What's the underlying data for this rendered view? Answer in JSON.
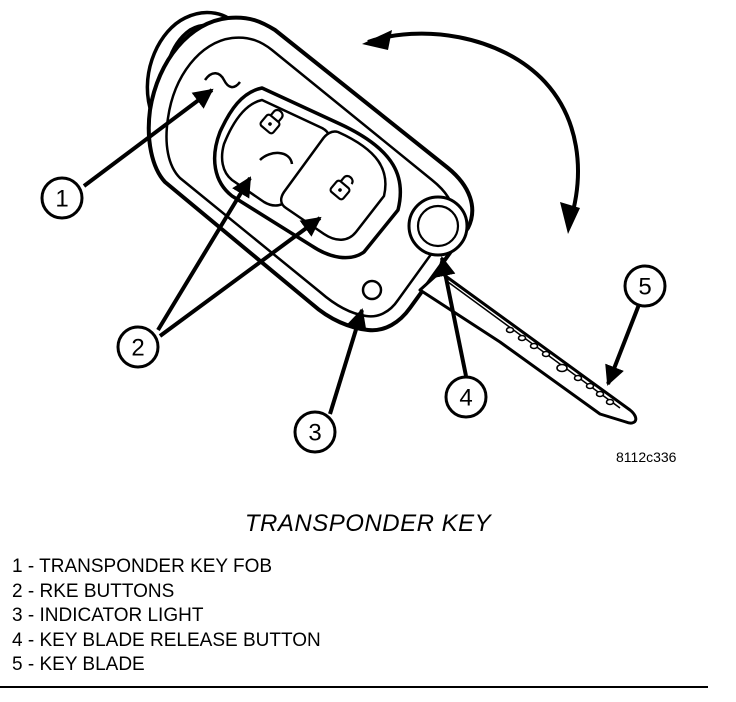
{
  "figure": {
    "code": "8112c336",
    "caption": "TRANSPONDER KEY"
  },
  "callouts": [
    {
      "number": "1"
    },
    {
      "number": "2"
    },
    {
      "number": "3"
    },
    {
      "number": "4"
    },
    {
      "number": "5"
    }
  ],
  "legend": [
    {
      "number": "1",
      "separator": "-",
      "label": "TRANSPONDER KEY FOB"
    },
    {
      "number": "2",
      "separator": "-",
      "label": "RKE BUTTONS"
    },
    {
      "number": "3",
      "separator": "-",
      "label": "INDICATOR LIGHT"
    },
    {
      "number": "4",
      "separator": "-",
      "label": "KEY BLADE RELEASE BUTTON"
    },
    {
      "number": "5",
      "separator": "-",
      "label": "KEY BLADE"
    }
  ],
  "icons": [
    "key-fob-icon",
    "lock-symbol-icon",
    "unlock-symbol-icon",
    "key-blade-icon",
    "rotation-arrow-icon"
  ]
}
